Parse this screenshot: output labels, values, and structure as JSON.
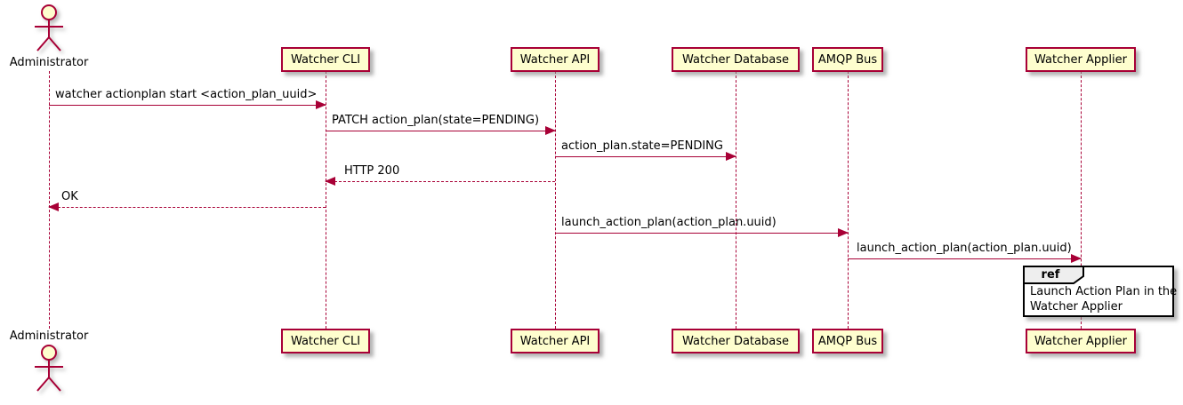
{
  "diagram": {
    "type": "sequence",
    "actor": {
      "name": "Administrator"
    },
    "participants": [
      {
        "label": "Watcher CLI"
      },
      {
        "label": "Watcher API"
      },
      {
        "label": "Watcher Database"
      },
      {
        "label": "AMQP Bus"
      },
      {
        "label": "Watcher Applier"
      }
    ],
    "messages": [
      {
        "from": "Administrator",
        "to": "Watcher CLI",
        "label": "watcher actionplan start <action_plan_uuid>",
        "style": "solid"
      },
      {
        "from": "Watcher CLI",
        "to": "Watcher API",
        "label": "PATCH action_plan(state=PENDING)",
        "style": "solid"
      },
      {
        "from": "Watcher API",
        "to": "Watcher Database",
        "label": "action_plan.state=PENDING",
        "style": "solid"
      },
      {
        "from": "Watcher API",
        "to": "Watcher CLI",
        "label": "HTTP 200",
        "style": "dashed"
      },
      {
        "from": "Watcher CLI",
        "to": "Administrator",
        "label": "OK",
        "style": "dashed"
      },
      {
        "from": "Watcher API",
        "to": "AMQP Bus",
        "label": "launch_action_plan(action_plan.uuid)",
        "style": "solid"
      },
      {
        "from": "AMQP Bus",
        "to": "Watcher Applier",
        "label": "launch_action_plan(action_plan.uuid)",
        "style": "solid"
      }
    ],
    "ref": {
      "keyword": "ref",
      "target": "Watcher Applier",
      "lines": [
        "Launch Action Plan in the",
        "Watcher Applier"
      ]
    },
    "colors": {
      "participant_fill": "#FEFECE",
      "border": "#A80036",
      "ref_header_fill": "#EEEEEE",
      "ref_border": "#000000",
      "background": "#FFFFFF"
    }
  }
}
